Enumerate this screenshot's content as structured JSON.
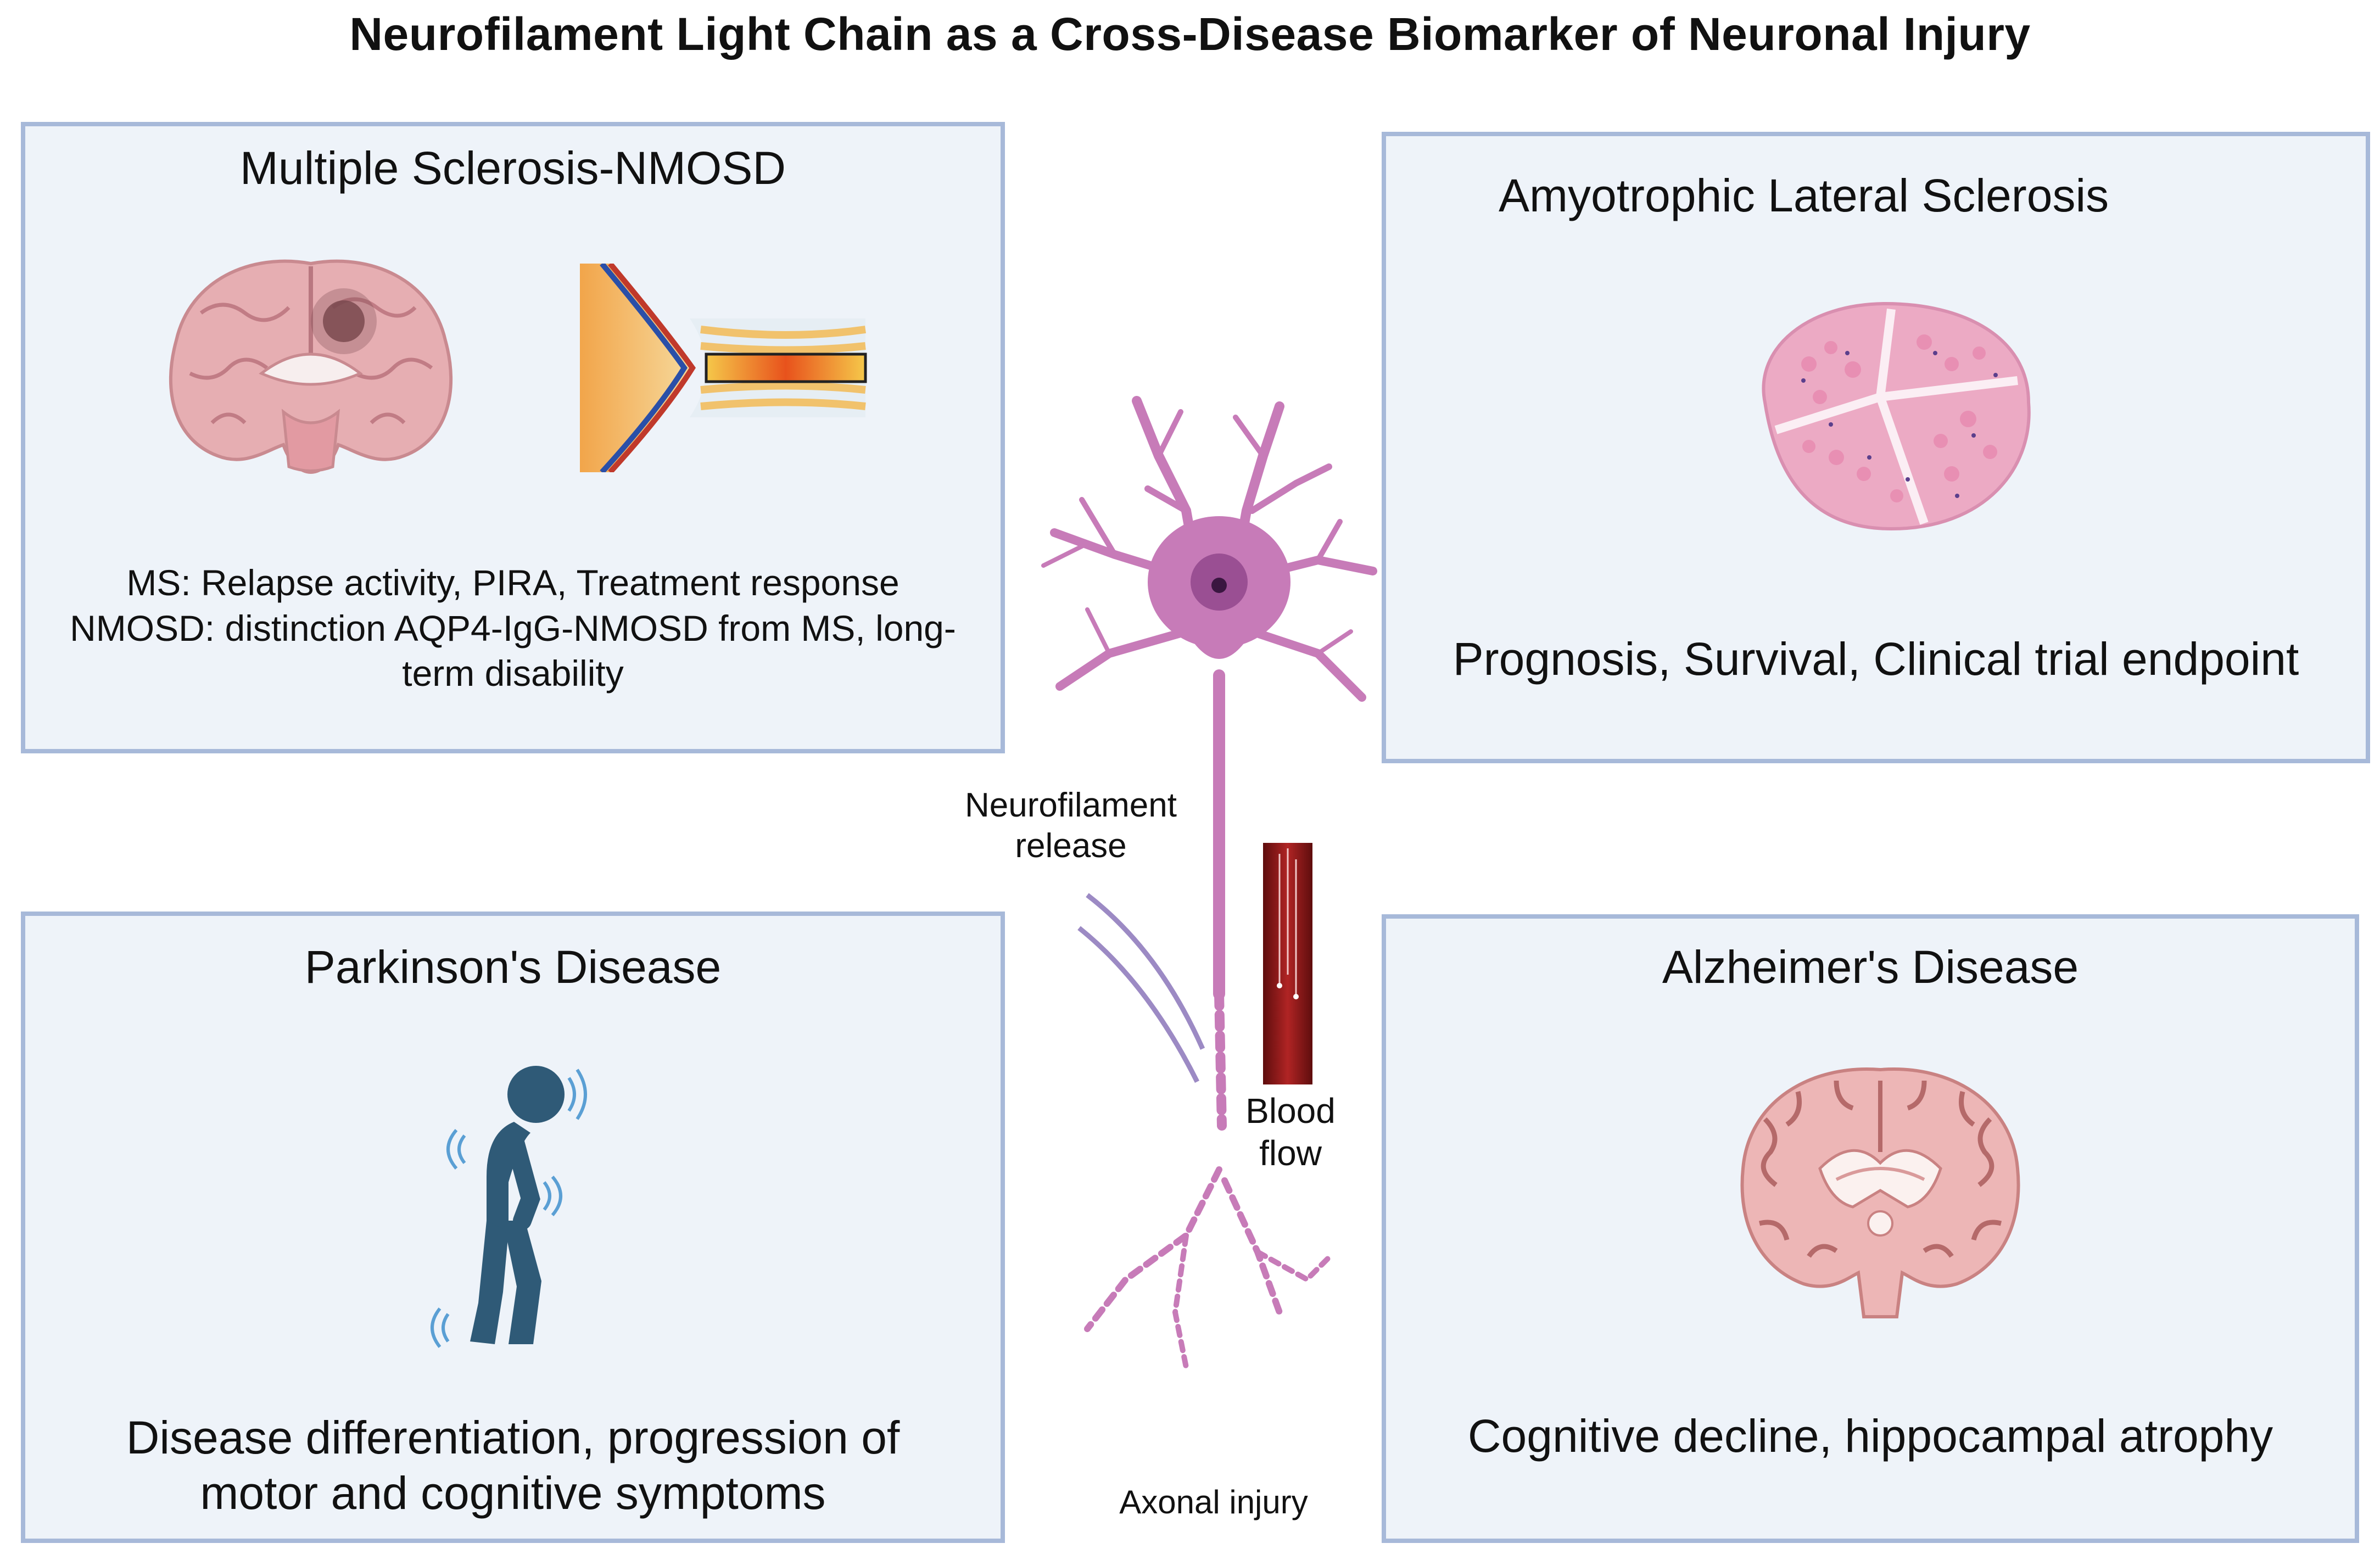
{
  "title": "Neurofilament Light Chain as a Cross-Disease Biomarker of Neuronal Injury",
  "panels": {
    "ms": {
      "title": "Multiple Sclerosis-NMOSD",
      "lines": [
        "MS: Relapse activity, PIRA, Treatment response",
        "NMOSD: distinction AQP4-IgG-NMOSD from MS, long-",
        "term disability"
      ]
    },
    "als": {
      "title": "Amyotrophic Lateral Sclerosis",
      "text": "Prognosis, Survival, Clinical trial endpoint"
    },
    "pd": {
      "title": "Parkinson's Disease",
      "lines": [
        "Disease differentiation, progression of",
        "motor and cognitive symptoms"
      ]
    },
    "ad": {
      "title": "Alzheimer's Disease",
      "text": "Cognitive decline, hippocampal atrophy"
    }
  },
  "center": {
    "release_lines": [
      "Neurofilament",
      "release"
    ],
    "blood_lines": [
      "Blood",
      "flow"
    ],
    "axonal": "Axonal injury"
  },
  "colors": {
    "panel_bg": "#eef3f9",
    "panel_border": "#a7b9d9",
    "neuron": "#c77bb8",
    "brain": "#e3aab0",
    "vessel": "#8b1a1a",
    "figure": "#2f5a77"
  },
  "icons": [
    "brain-lesion-icon",
    "optic-nerve-icon",
    "muscle-tissue-icon",
    "parkinson-figure-icon",
    "atrophic-brain-icon",
    "neuron-icon",
    "blood-vessel-icon"
  ]
}
